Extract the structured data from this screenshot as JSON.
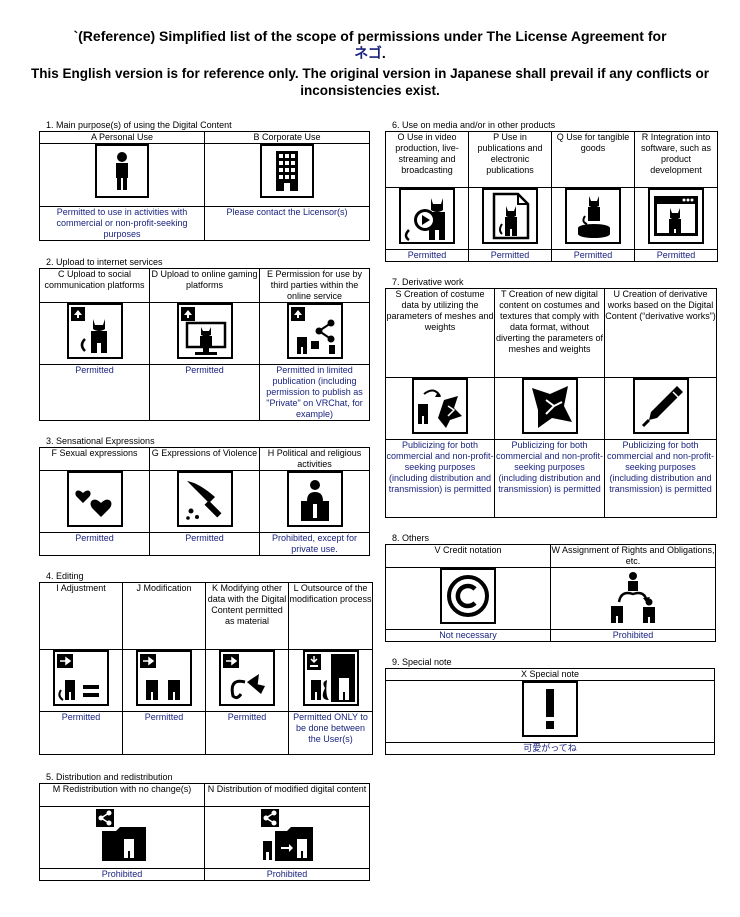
{
  "header": {
    "title_prefix": "`(Reference) Simplified list of the scope of permissions under The License Agreement for",
    "product_name": "ネゴ",
    "title_suffix": ".",
    "disclaimer": "This English version is for reference only. The original version in Japanese shall prevail if any conflicts or inconsistencies exist."
  },
  "s1": {
    "title": "1. Main purpose(s) of using the Digital Content",
    "items": [
      {
        "label": "A Personal Use",
        "icon": "person-icon",
        "status": "Permitted to use in activities with commercial or non-profit-seeking purposes"
      },
      {
        "label": "B  Corporate Use",
        "icon": "office-building-icon",
        "status": "Please contact the Licensor(s)"
      }
    ]
  },
  "s2": {
    "title": "2. Upload to internet services",
    "items": [
      {
        "label": "C Upload to social communication platforms",
        "icon": "upload-cat-icon",
        "status": "Permitted"
      },
      {
        "label": "D Upload to online gaming platforms",
        "icon": "upload-monitor-cat-icon",
        "status": "Permitted"
      },
      {
        "label": "E Permission for use by third parties within the online service",
        "icon": "upload-share-cat-icon",
        "status": "Permitted in limited publication (including permission to publish as \"Private\" on VRChat, for example)"
      }
    ]
  },
  "s3": {
    "title": "3. Sensational Expressions",
    "items": [
      {
        "label": "F Sexual expressions",
        "icon": "hearts-icon",
        "status": "Permitted"
      },
      {
        "label": "G Expressions of Violence",
        "icon": "knife-icon",
        "status": "Permitted"
      },
      {
        "label": "H Political and religious activities",
        "icon": "podium-speaker-icon",
        "status": "Prohibited, except for private use."
      }
    ]
  },
  "s4": {
    "title": "4. Editing",
    "items": [
      {
        "label": "I Adjustment",
        "icon": "arrow-cat-equals-icon",
        "status": "Permitted"
      },
      {
        "label": "J Modification",
        "icon": "arrow-two-cats-icon",
        "status": "Permitted"
      },
      {
        "label": "K Modifying other data with the Digital Content permitted as material",
        "icon": "arrow-ribbon-icon",
        "status": "Permitted"
      },
      {
        "label": "L Outsource of the modification process",
        "icon": "outsource-cats-icon",
        "status": "Permitted ONLY to be done between the User(s)"
      }
    ]
  },
  "s5": {
    "title": "5. Distribution and redistribution",
    "items": [
      {
        "label": "M Redistribution with no change(s)",
        "icon": "share-folder-cat-icon",
        "status": "Prohibited"
      },
      {
        "label": "N Distribution of modified digital content",
        "icon": "share-folder-cats-icon",
        "status": "Prohibited"
      }
    ]
  },
  "s6": {
    "title": "6. Use on media and/or in other products",
    "items": [
      {
        "label": "O Use in video production, live-streaming and broadcasting",
        "icon": "video-cat-icon",
        "status": "Permitted"
      },
      {
        "label": "P Use in publications and electronic publications",
        "icon": "document-cat-icon",
        "status": "Permitted"
      },
      {
        "label": "Q Use for tangible goods",
        "icon": "figure-cat-icon",
        "status": "Permitted"
      },
      {
        "label": "R Integration into software, such as product development",
        "icon": "window-cat-icon",
        "status": "Permitted"
      }
    ]
  },
  "s7": {
    "title": "7. Derivative work",
    "items": [
      {
        "label": "S Creation of costume data by utilizing the parameters of meshes and weights",
        "icon": "cat-arrow-fabric-icon",
        "status": "Publicizing for both commercial and non-profit-seeking purposes (including distribution and transmission) is permitted"
      },
      {
        "label": "T Creation of new digital content on costumes and textures that comply with data format, without diverting the parameters of meshes and weights",
        "icon": "fabric-icon",
        "status": "Publicizing for both commercial and non-profit-seeking purposes (including distribution and transmission) is permitted"
      },
      {
        "label": "U Creation of derivative works based on the Digital Content (“derivative works”)",
        "icon": "pen-icon",
        "status": "Publicizing for both commercial and non-profit-seeking purposes (including distribution and transmission) is permitted"
      }
    ]
  },
  "s8": {
    "title": "8. Others",
    "items": [
      {
        "label": "V Credit notation",
        "icon": "copyright-icon",
        "status": "Not necessary"
      },
      {
        "label": "W Assignment of Rights and Obligations, etc.",
        "icon": "transfer-people-icon",
        "status": "Prohibited"
      }
    ]
  },
  "s9": {
    "title": "9. Special note",
    "items": [
      {
        "label": "X Special note",
        "icon": "exclamation-icon",
        "status": "可愛がってね"
      }
    ]
  }
}
